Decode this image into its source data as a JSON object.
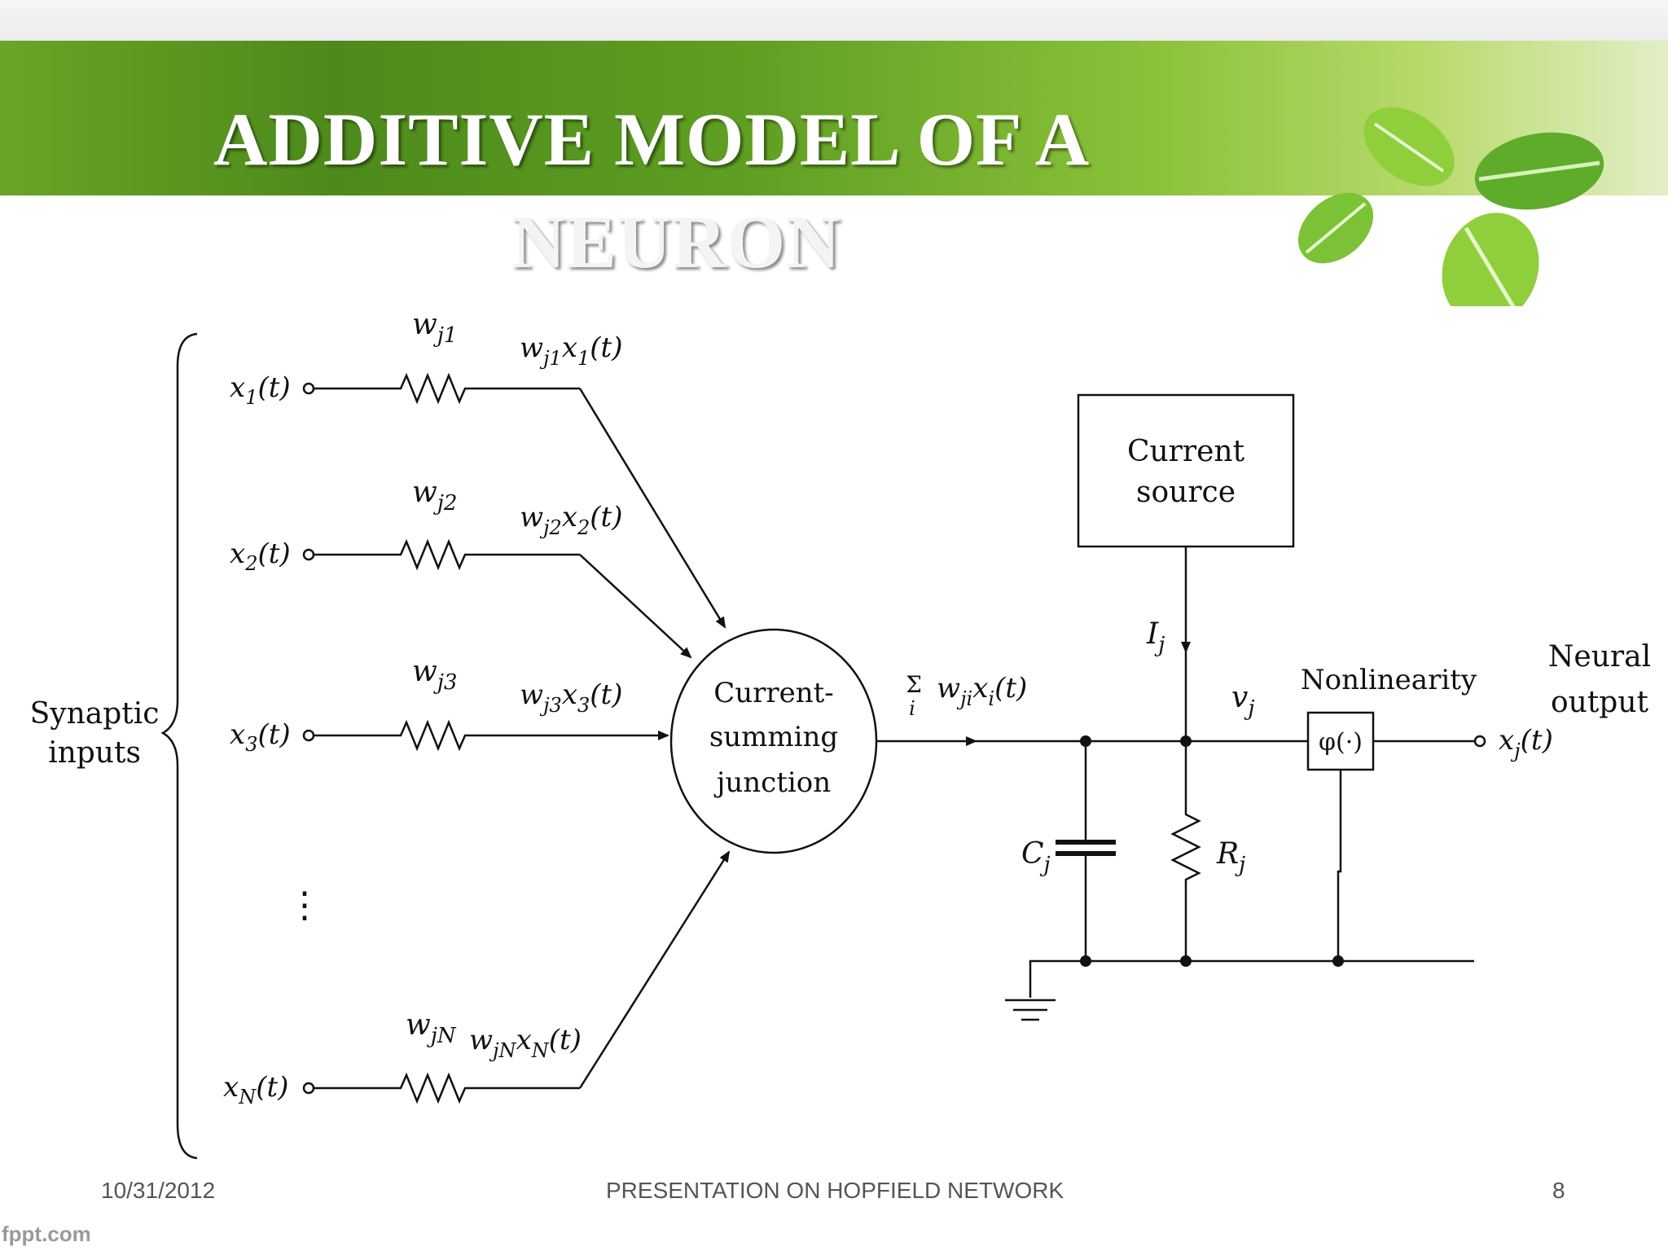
{
  "slide": {
    "title_line1": "ADDITIVE MODEL OF A",
    "title_line2": "NEURON"
  },
  "diagram": {
    "synaptic_label_1": "Synaptic",
    "synaptic_label_2": "inputs",
    "inputs": [
      {
        "x": "x",
        "sub": "1",
        "t": "(t)",
        "w": "w",
        "w_sub": "j1",
        "prod": "w",
        "prod_sub": "j1",
        "prod_x": "x",
        "prod_x_sub": "1",
        "prod_t": "(t)"
      },
      {
        "x": "x",
        "sub": "2",
        "t": "(t)",
        "w": "w",
        "w_sub": "j2",
        "prod": "w",
        "prod_sub": "j2",
        "prod_x": "x",
        "prod_x_sub": "2",
        "prod_t": "(t)"
      },
      {
        "x": "x",
        "sub": "3",
        "t": "(t)",
        "w": "w",
        "w_sub": "j3",
        "prod": "w",
        "prod_sub": "j3",
        "prod_x": "x",
        "prod_x_sub": "3",
        "prod_t": "(t)"
      },
      {
        "x": "x",
        "sub": "N",
        "t": "(t)",
        "w": "w",
        "w_sub": "jN",
        "prod": "w",
        "prod_sub": "jN",
        "prod_x": "x",
        "prod_x_sub": "N",
        "prod_t": "(t)"
      }
    ],
    "ellipsis": "⋮",
    "junction_line1": "Current-",
    "junction_line2": "summing",
    "junction_line3": "junction",
    "sum_symbol": "Σ",
    "sum_index": "i",
    "sum_w": "w",
    "sum_w_sub": "ji",
    "sum_x": "x",
    "sum_x_sub": "i",
    "sum_t": "(t)",
    "source_line1": "Current",
    "source_line2": "source",
    "current_label": "I",
    "current_sub": "j",
    "v_label": "v",
    "v_sub": "j",
    "cap_label": "C",
    "cap_sub": "j",
    "res_label": "R",
    "res_sub": "j",
    "nonlinearity_label": "Nonlinearity",
    "phi_label": "φ(·)",
    "neural_line1": "Neural",
    "neural_line2": "output",
    "out_x": "x",
    "out_sub": "j",
    "out_t": "(t)"
  },
  "footer": {
    "date": "10/31/2012",
    "title": "PRESENTATION ON HOPFIELD NETWORK",
    "page": "8"
  },
  "watermark": "fppt.com"
}
